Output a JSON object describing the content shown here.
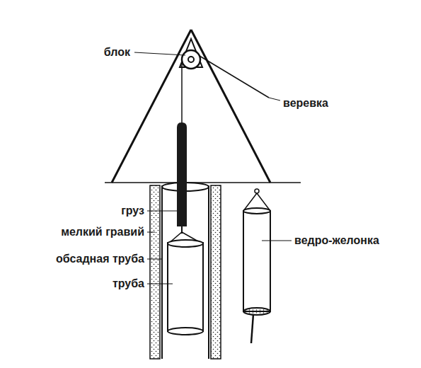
{
  "diagram": {
    "labels": [
      "блок",
      "веревка",
      "груз",
      "мелкий гравий",
      "обсадная труба",
      "труба",
      "ведро-желонка"
    ]
  }
}
